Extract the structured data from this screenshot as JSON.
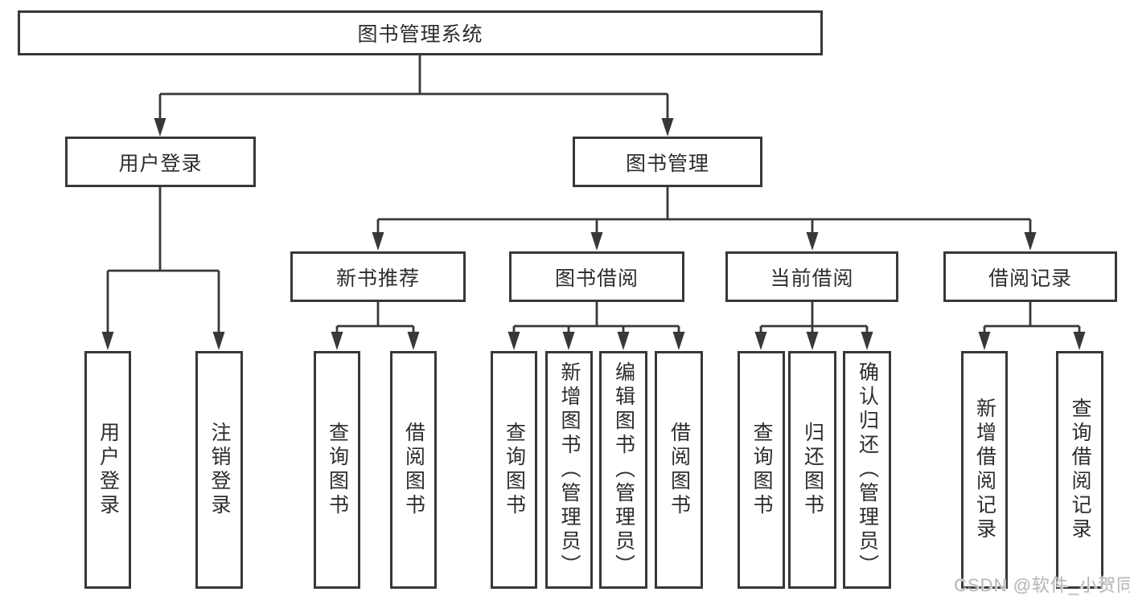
{
  "colors": {
    "ink": "#383838",
    "box_background": "#ffffff",
    "watermark_gray": "#b9b9b9"
  },
  "root": {
    "label": "图书管理系统"
  },
  "branches": {
    "user": {
      "label": "用户登录",
      "children": [
        {
          "label": "用户登录"
        },
        {
          "label": "注销登录"
        }
      ]
    },
    "books": {
      "label": "图书管理",
      "groups": [
        {
          "label": "新书推荐",
          "children": [
            {
              "label": "查询图书"
            },
            {
              "label": "借阅图书"
            }
          ]
        },
        {
          "label": "图书借阅",
          "children": [
            {
              "label": "查询图书"
            },
            {
              "label": "新增图书（管理员）"
            },
            {
              "label": "编辑图书（管理员）"
            },
            {
              "label": "借阅图书"
            }
          ]
        },
        {
          "label": "当前借阅",
          "children": [
            {
              "label": "查询图书"
            },
            {
              "label": "归还图书"
            },
            {
              "label": "确认归还（管理员）"
            }
          ]
        },
        {
          "label": "借阅记录",
          "children": [
            {
              "label": "新增借阅记录"
            },
            {
              "label": "查询借阅记录"
            }
          ]
        }
      ]
    }
  },
  "watermark": {
    "text": "CSDN @软件_小贺同学"
  }
}
